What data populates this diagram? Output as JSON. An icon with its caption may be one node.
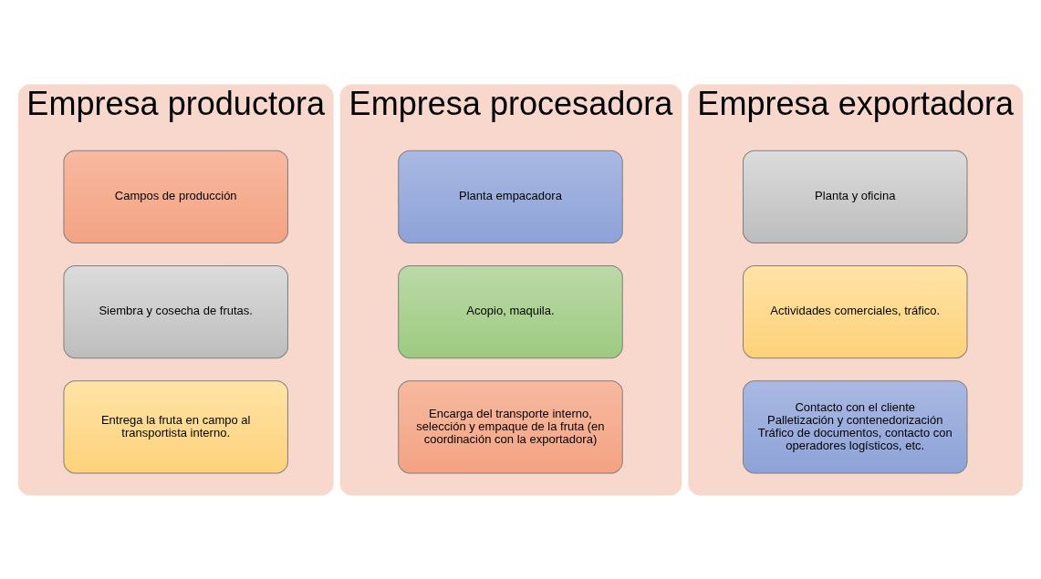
{
  "diagram": {
    "nodes": [
      {
        "text": [
          "Empresa productora"
        ]
      },
      {
        "text": [
          "Campos de producción"
        ],
        "in": 0
      },
      {
        "text": [
          "Siembra y cosecha de frutas."
        ],
        "in": 0
      },
      {
        "text": [
          "Entrega la fruta en campo al transportista interno."
        ],
        "in": 0
      },
      {
        "text": [
          "Empresa procesadora"
        ]
      },
      {
        "text": [
          "Planta empacadora"
        ],
        "in": 4
      },
      {
        "text": [
          "Acopio, maquila."
        ],
        "in": 4
      },
      {
        "text": [
          "Encarga del transporte interno, selección y empaque de la fruta (en coordinación con la exportadora)"
        ],
        "in": 4
      },
      {
        "text": [
          "Empresa exportadora"
        ]
      },
      {
        "text": [
          "Planta y oficina"
        ],
        "in": 8
      },
      {
        "text": [
          "Actividades comerciales, tráfico."
        ],
        "in": 8
      },
      {
        "text": [
          "Contacto con el cliente",
          "Palletización y contenedorización",
          "Tráfico de documentos, contacto con operadores logísticos, etc."
        ],
        "in": 8
      }
    ]
  }
}
